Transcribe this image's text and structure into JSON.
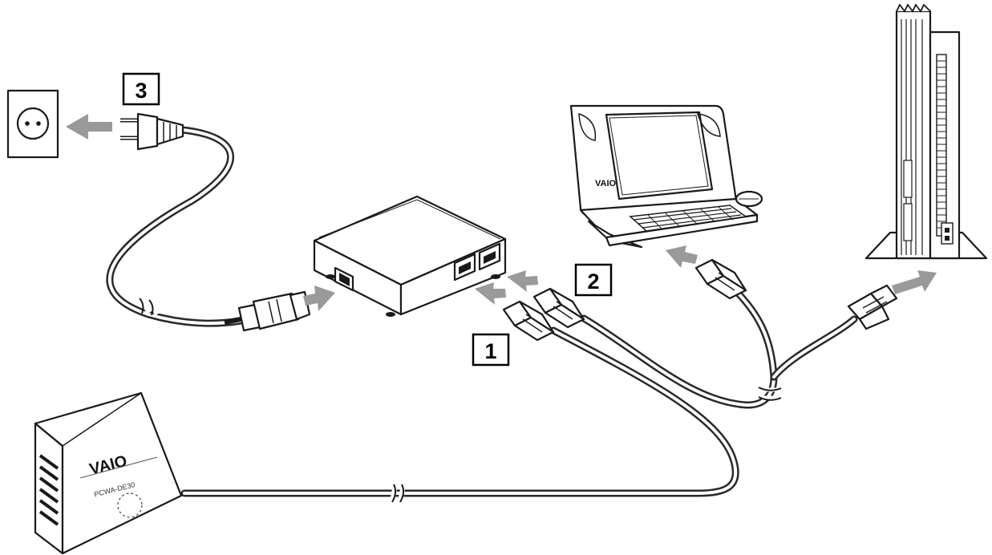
{
  "steps": [
    {
      "label": "1"
    },
    {
      "label": "2"
    },
    {
      "label": "3"
    }
  ],
  "devices": {
    "converter_logo": "VAIO",
    "converter_model": "PCWA-DE30",
    "laptop_logo": "VAIO"
  },
  "colors": {
    "line": "#1a1a1a",
    "arrow": "#9a9a9a",
    "background": "#ffffff"
  }
}
